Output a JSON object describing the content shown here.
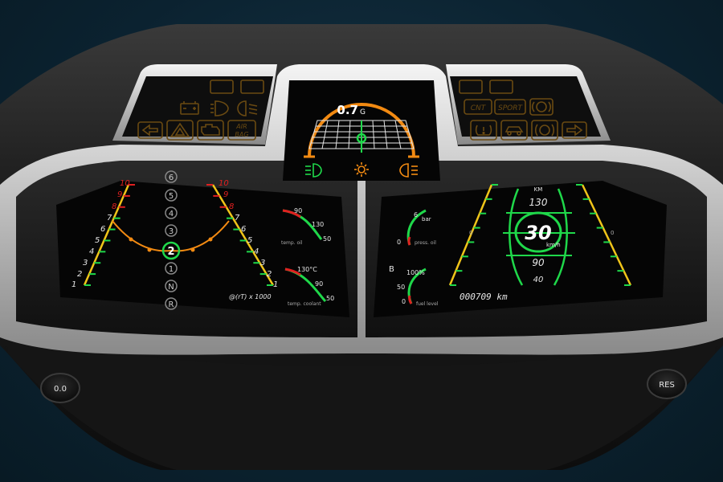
{
  "colors": {
    "background": "#0b2230",
    "bezel": "#1c1c1c",
    "chrome": "#d8d8d8",
    "screen": "#050505",
    "green": "#1fd84a",
    "yellow": "#f0c419",
    "orange": "#f28a12",
    "red": "#e02020",
    "amber_icon": "#6a4a12"
  },
  "top_center": {
    "g_value": "0.7",
    "g_unit": "G",
    "icons": [
      "fog-light-icon",
      "sun-icon",
      "rear-fog-light-icon"
    ]
  },
  "top_left": {
    "icons": [
      "battery-icon",
      "headlight-icon",
      "low-beam-icon",
      "left-arrow-icon",
      "hazard-warning-icon",
      "engine-check-icon",
      "abs-icon"
    ],
    "abs_text": [
      "AIR",
      "BAG"
    ]
  },
  "top_right": {
    "badges": [
      "CNT",
      "SPORT"
    ],
    "icons": [
      "brake-icon",
      "tire-pressure-icon",
      "car-skid-icon",
      "brake-warning-icon",
      "right-arrow-icon"
    ]
  },
  "left_screen": {
    "gear_column": [
      "6",
      "5",
      "4",
      "3",
      "2",
      "1",
      "N",
      "R"
    ],
    "gear_active": "2",
    "left_scale": [
      "10",
      "9",
      "8",
      "7",
      "6",
      "5",
      "4",
      "3",
      "2",
      "1"
    ],
    "right_scale": [
      "10",
      "9",
      "8",
      "7",
      "6",
      "5",
      "4",
      "3",
      "2",
      "1"
    ],
    "bottom_readout": "@(rT) x 1000",
    "small_gauge_top": {
      "max": "90",
      "mid": "130",
      "min": "50",
      "caption": "temp. oil"
    },
    "small_gauge_bottom": {
      "max": "130°C",
      "mid": "90",
      "min": "50",
      "caption": "temp. coolant"
    }
  },
  "right_screen": {
    "speed": "30",
    "speed_unit": "km/h",
    "speed_top": "130",
    "speed_bottom": "90",
    "speed_low": "40",
    "speed_high": "KM",
    "odometer": "000709 km",
    "marker_left": "0",
    "marker_right": "0",
    "small_gauge_top": {
      "max": "6",
      "unit": "bar",
      "min": "0",
      "caption": "press. oil"
    },
    "small_gauge_bottom": {
      "max": "100%",
      "mid": "50",
      "min": "0",
      "caption": "fuel level"
    },
    "b_label": "B"
  },
  "buttons": {
    "left": "0.0",
    "right": "RES"
  }
}
